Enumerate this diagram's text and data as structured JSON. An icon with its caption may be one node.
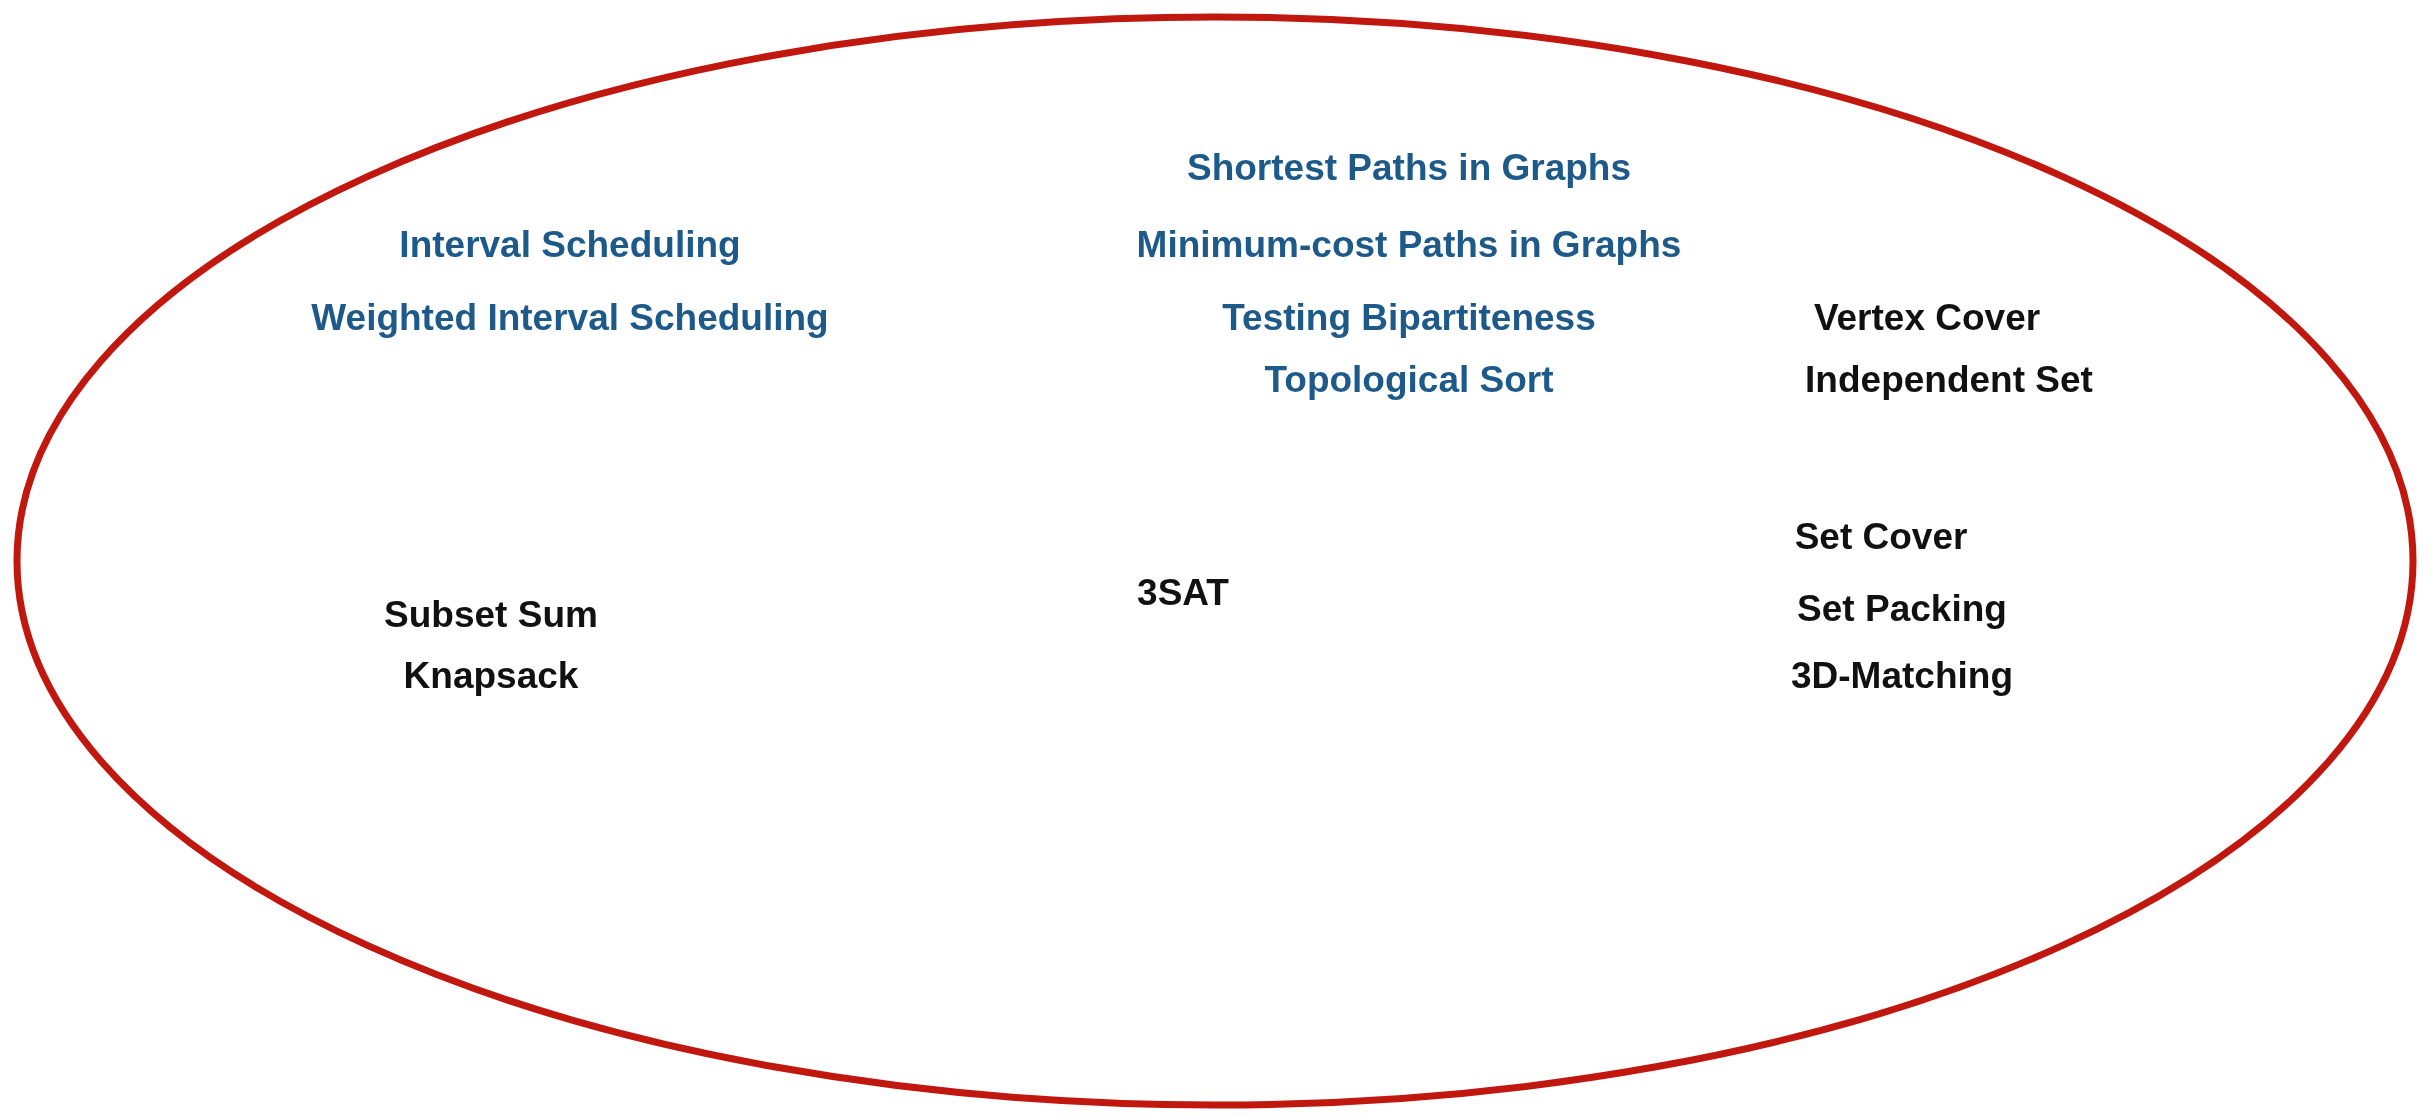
{
  "diagram": {
    "labels": [
      "Shortest Paths in Graphs",
      "Interval Scheduling",
      "Minimum-cost Paths in Graphs",
      "Weighted Interval Scheduling",
      "Testing Bipartiteness",
      "Vertex Cover",
      "Topological Sort",
      "Independent Set",
      "Set Cover",
      "3SAT",
      "Subset Sum",
      "Set Packing",
      "Knapsack",
      "3D-Matching"
    ]
  }
}
